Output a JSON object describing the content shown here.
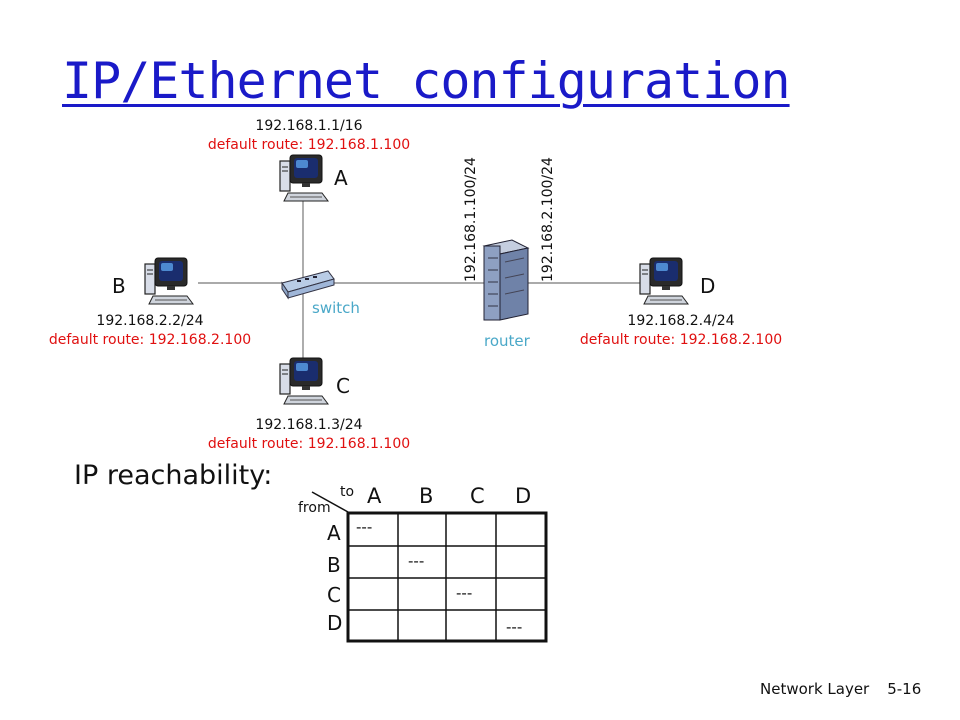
{
  "title": "IP/Ethernet configuration",
  "hosts": {
    "A": {
      "label": "A",
      "ip": "192.168.1.1/16",
      "route": "default route: 192.168.1.100"
    },
    "B": {
      "label": "B",
      "ip": "192.168.2.2/24",
      "route": "default route: 192.168.2.100"
    },
    "C": {
      "label": "C",
      "ip": "192.168.1.3/24",
      "route": "default route: 192.168.1.100"
    },
    "D": {
      "label": "D",
      "ip": "192.168.2.4/24",
      "route": "default route: 192.168.2.100"
    }
  },
  "switch": {
    "label": "switch"
  },
  "router": {
    "label": "router",
    "ip_left": "192.168.1.100/24",
    "ip_right": "192.168.2.100/24"
  },
  "reachability": {
    "title": "IP reachability:",
    "to_label": "to",
    "from_label": "from",
    "columns": [
      "A",
      "B",
      "C",
      "D"
    ],
    "rows": [
      "A",
      "B",
      "C",
      "D"
    ],
    "cells": [
      [
        "---",
        "",
        "",
        ""
      ],
      [
        "",
        "---",
        "",
        ""
      ],
      [
        "",
        "",
        "---",
        ""
      ],
      [
        "",
        "",
        "",
        "---"
      ]
    ]
  },
  "footer": {
    "chapter": "Network Layer",
    "page": "5-16"
  },
  "colors": {
    "title": "#1a1ac8",
    "route": "#e01010",
    "device_label": "#4aa8c8"
  }
}
